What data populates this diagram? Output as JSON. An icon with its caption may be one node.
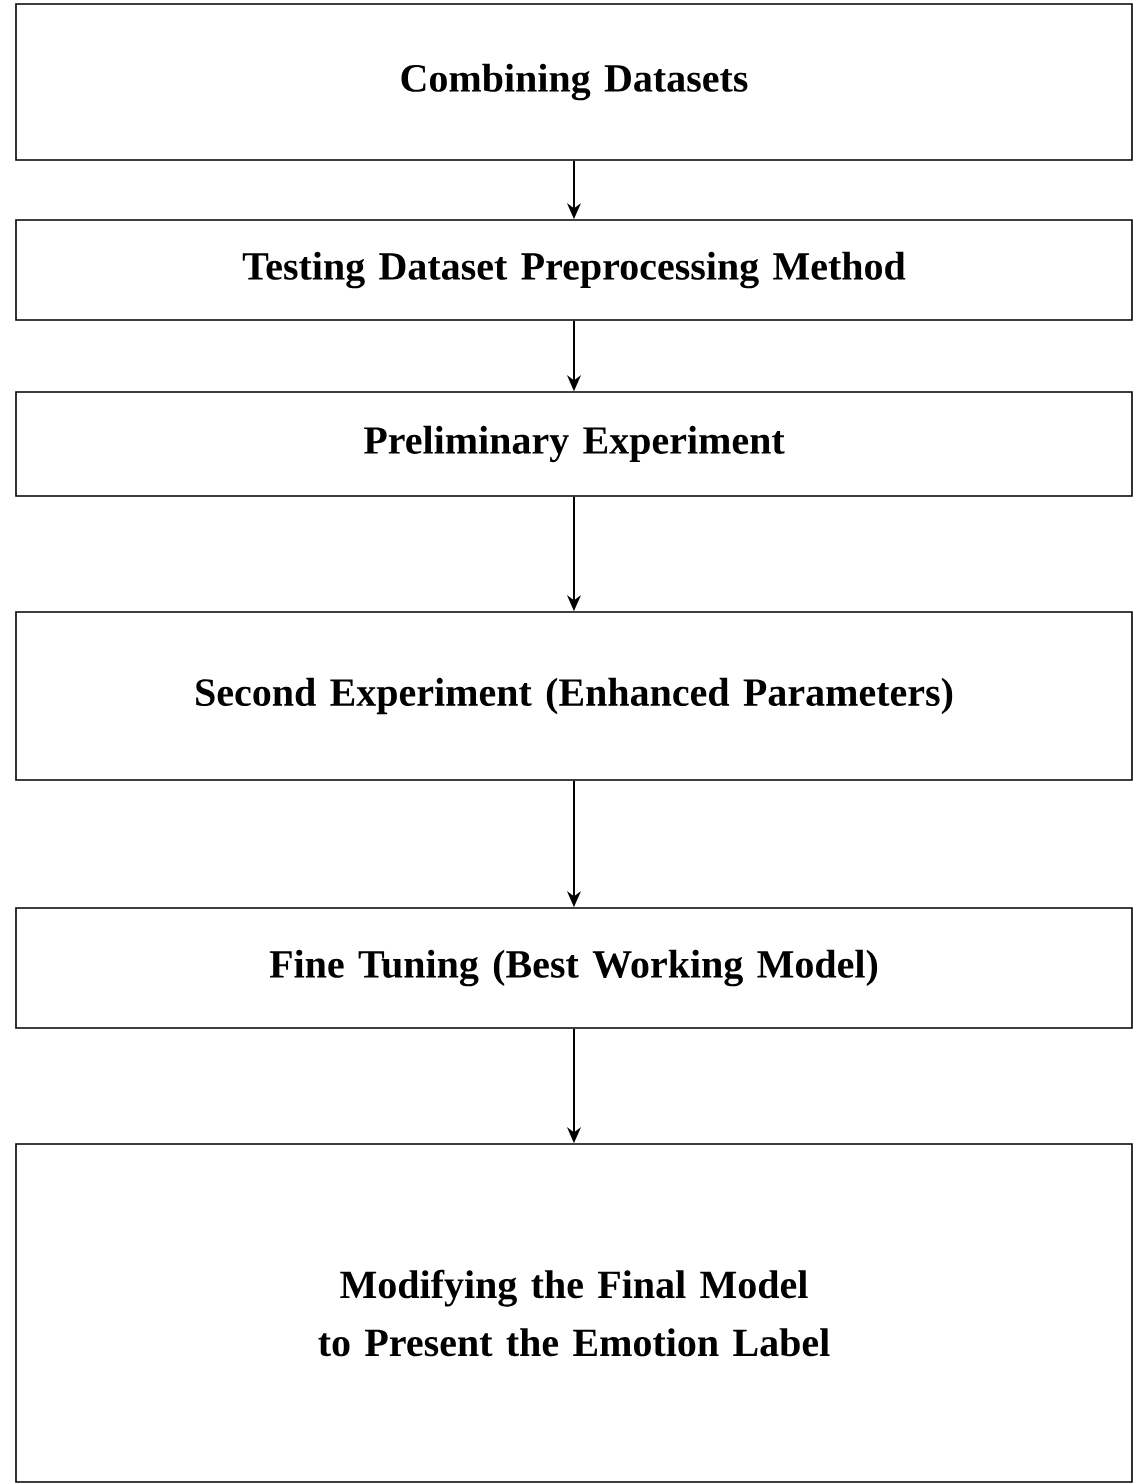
{
  "diagram": {
    "nodes": [
      {
        "text": [
          "Combining Datasets"
        ]
      },
      {
        "text": [
          "Testing Dataset Preprocessing Method"
        ]
      },
      {
        "text": [
          "Preliminary Experiment"
        ]
      },
      {
        "text": [
          "Second Experiment (Enhanced Parameters)"
        ]
      },
      {
        "text": [
          "Fine Tuning (Best Working Model)"
        ]
      },
      {
        "text": [
          "Modifying the Final Model to Present the Emotion Label"
        ]
      }
    ],
    "edges": [
      {
        "from": 0,
        "to": 1,
        "arrow": "to"
      },
      {
        "from": 1,
        "to": 2,
        "arrow": "to"
      },
      {
        "from": 2,
        "to": 3,
        "arrow": "to"
      },
      {
        "from": 3,
        "to": 4,
        "arrow": "to"
      },
      {
        "from": 4,
        "to": 5,
        "arrow": "to"
      }
    ]
  }
}
